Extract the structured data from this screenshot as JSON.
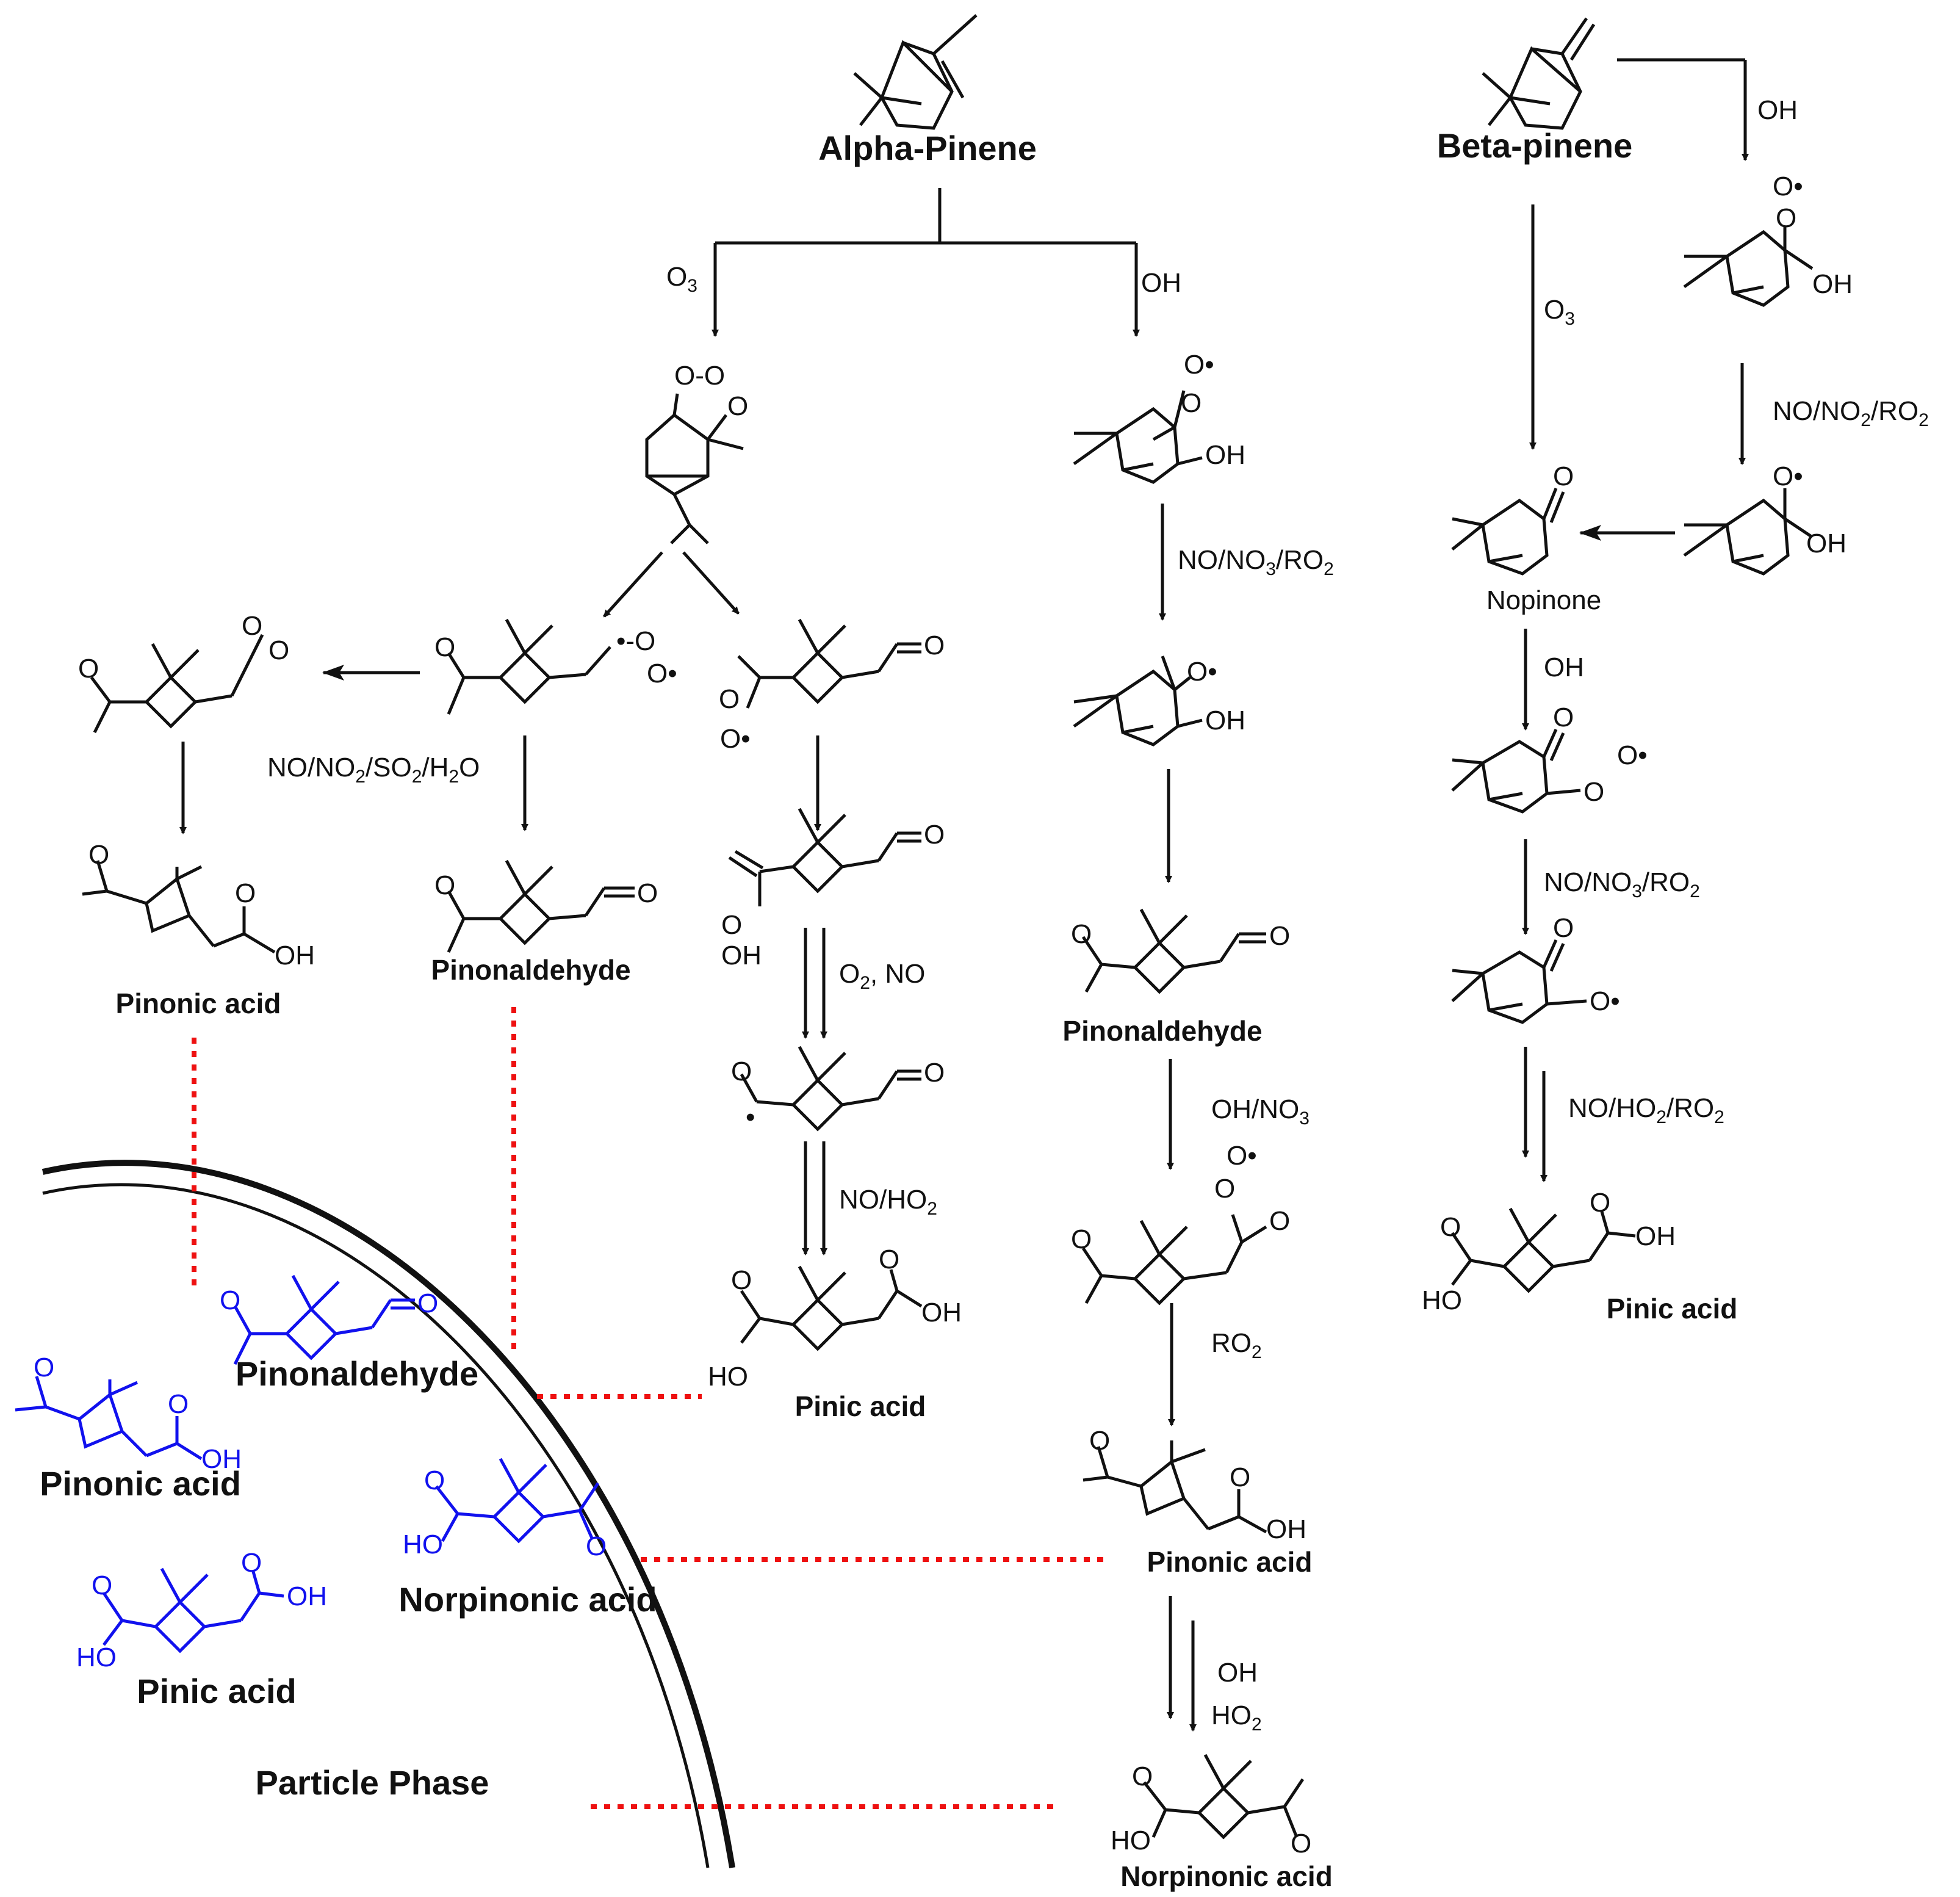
{
  "colors": {
    "ink": "#111111",
    "particle": "#1111ee",
    "partition": "#ee1111"
  },
  "names": {
    "alpha_pinene": "Alpha-Pinene",
    "beta_pinene": "Beta-pinene",
    "pinonic_acid": "Pinonic acid",
    "pinonaldehyde": "Pinonaldehyde",
    "pinic_acid": "Pinic acid",
    "norpinonic_acid": "Norpinonic acid",
    "nopinone": "Nopinone",
    "particle_phase": "Particle Phase"
  },
  "conditions": {
    "ozone": "O3",
    "oh": "OH",
    "no_no3_ro2": "NO/NO3/RO2",
    "no_no2_ro2": "NO/NO2/RO2",
    "no_no2_so2_h2o": "NO/NO2/SO2/H2O",
    "o2_no": "O2, NO",
    "no_ho2": "NO/HO2",
    "oh_no3": "OH/NO3",
    "ro2": "RO2",
    "ho2": "HO2",
    "no_ho2_ro2": "NO/HO2/RO2"
  },
  "atoms": {
    "O": "O",
    "OH": "OH",
    "HO": "HO"
  },
  "particle_phase": {
    "pinonaldehyde": "Pinonaldehyde",
    "pinonic_acid": "Pinonic acid",
    "norpinonic_acid": "Norpinonic acid",
    "pinic_acid": "Pinic acid",
    "title": "Particle Phase"
  }
}
